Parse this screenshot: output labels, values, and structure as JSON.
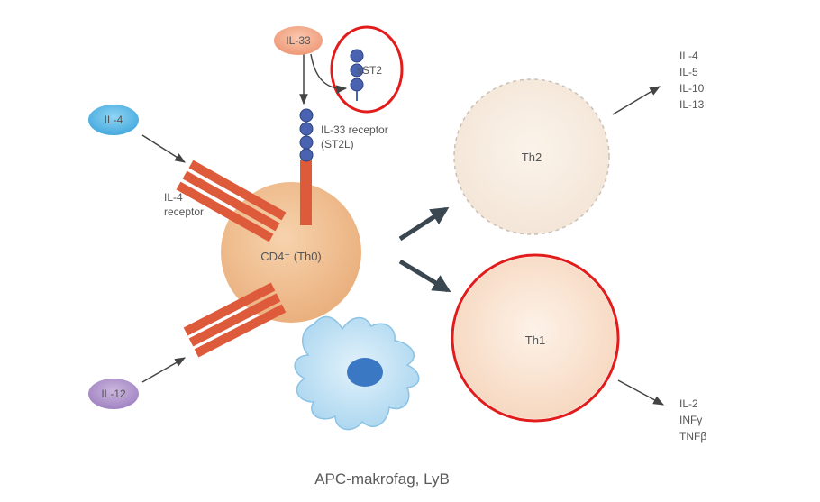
{
  "nodes": {
    "il33": "IL-33",
    "sst2": "sST2",
    "il33_receptor": [
      "IL-33 receptor",
      "(ST2L)"
    ],
    "il4": "IL-4",
    "il4_receptor": [
      "IL-4",
      "receptor"
    ],
    "il12": "IL-12",
    "th0": "CD4⁺ (Th0)",
    "th2": "Th2",
    "th1": "Th1"
  },
  "th2_outputs": [
    "IL-4",
    "IL-5",
    "IL-10",
    "IL-13"
  ],
  "th1_outputs": [
    "IL-2",
    "INFγ",
    "TNFβ"
  ],
  "caption": "APC-makrofag, LyB",
  "colors": {
    "highlight": "#e21b1b",
    "receptor": "#dd5a3a",
    "th0_fill": "#f2bf90",
    "bead": "#4a63b0"
  }
}
